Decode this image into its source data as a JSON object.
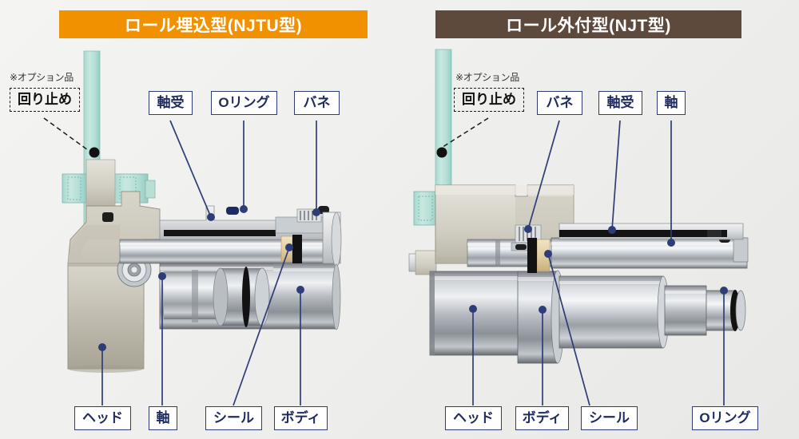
{
  "theme": {
    "accent_orange": "#F29100",
    "accent_brown": "#5E4A3D",
    "callout_border": "#2E3D78",
    "callout_text": "#1F2B5E",
    "leader_line": "#2E3D78",
    "background": "#f1f1ef"
  },
  "panels": [
    {
      "id": "njtu",
      "header": "ロール埋込型(NJTU型)",
      "header_color": "#F29100",
      "option_note": "※オプション品",
      "option_label": "回り止め",
      "callouts_top": [
        {
          "label": "軸受",
          "name": "bearing"
        },
        {
          "label": "Oリング",
          "name": "o-ring"
        },
        {
          "label": "バネ",
          "name": "spring"
        }
      ],
      "callouts_bottom": [
        {
          "label": "ヘッド",
          "name": "head"
        },
        {
          "label": "軸",
          "name": "shaft"
        },
        {
          "label": "シール",
          "name": "seal"
        },
        {
          "label": "ボディ",
          "name": "body"
        }
      ]
    },
    {
      "id": "njt",
      "header": "ロール外付型(NJT型)",
      "header_color": "#5E4A3D",
      "option_note": "※オプション品",
      "option_label": "回り止め",
      "callouts_top": [
        {
          "label": "バネ",
          "name": "spring"
        },
        {
          "label": "軸受",
          "name": "bearing"
        },
        {
          "label": "軸",
          "name": "shaft"
        }
      ],
      "callouts_bottom": [
        {
          "label": "ヘッド",
          "name": "head"
        },
        {
          "label": "ボディ",
          "name": "body"
        },
        {
          "label": "シール",
          "name": "seal"
        },
        {
          "label": "Oリング",
          "name": "o-ring"
        }
      ]
    }
  ]
}
